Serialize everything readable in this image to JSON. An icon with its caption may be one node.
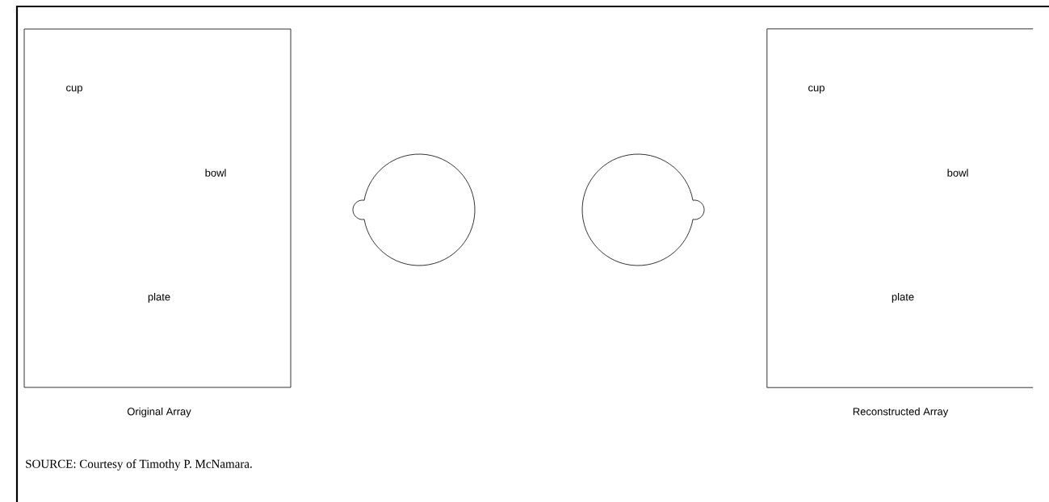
{
  "diagram": {
    "caption": "SOURCE: Courtesy of Timothy P. McNamara.",
    "nodes": [
      {
        "text": [
          "cup",
          "bowl",
          "plate",
          "Original Array"
        ]
      },
      {
        "text": [
          "cup",
          "bowl",
          "plate",
          "Reconstructed Array"
        ]
      }
    ]
  }
}
